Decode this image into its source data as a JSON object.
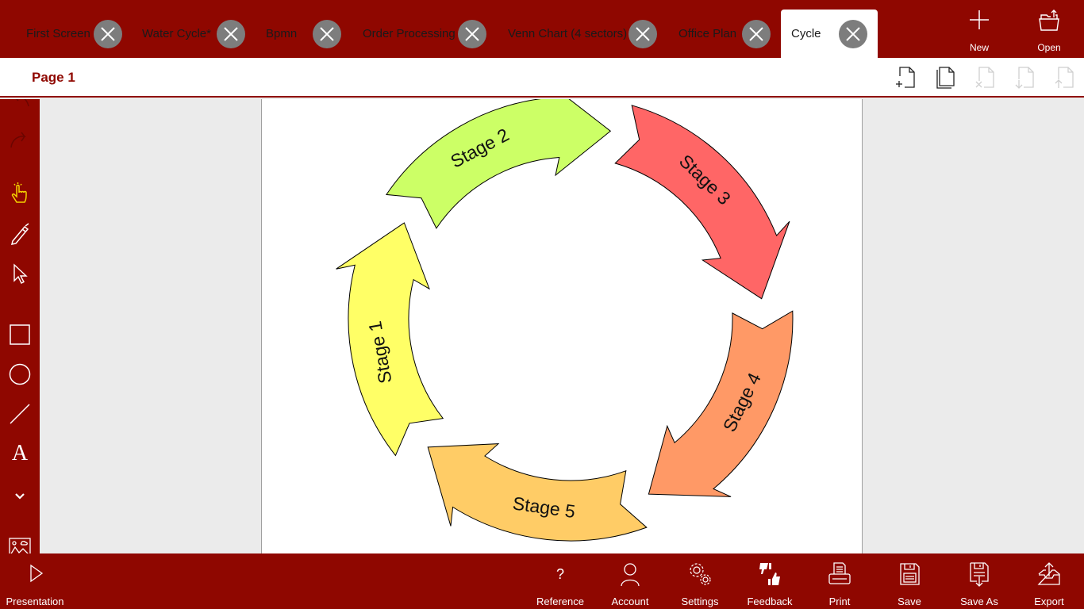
{
  "tabs": [
    {
      "label": "First Screen",
      "active": false
    },
    {
      "label": "Water Cycle*",
      "active": false
    },
    {
      "label": "Bpmn",
      "active": false
    },
    {
      "label": "Order Processing",
      "active": false
    },
    {
      "label": "Venn Chart (4 sectors)",
      "active": false
    },
    {
      "label": "Office Plan",
      "active": false
    },
    {
      "label": "Cycle",
      "active": true
    }
  ],
  "top_actions": {
    "new_label": "New",
    "open_label": "Open"
  },
  "page": {
    "title": "Page 1",
    "actions": [
      {
        "name": "add-page",
        "icon": "page-add-icon",
        "enabled": true
      },
      {
        "name": "duplicate-page",
        "icon": "page-duplicate-icon",
        "enabled": true
      },
      {
        "name": "delete-page",
        "icon": "page-delete-icon",
        "enabled": false
      },
      {
        "name": "move-page-down",
        "icon": "page-move-down-icon",
        "enabled": false
      },
      {
        "name": "move-page-up",
        "icon": "page-move-up-icon",
        "enabled": false
      }
    ]
  },
  "left_tools": [
    {
      "name": "undo",
      "icon": "undo-icon",
      "enabled": false
    },
    {
      "name": "redo",
      "icon": "redo-icon",
      "enabled": false
    },
    {
      "name": "pan",
      "icon": "hand-pointer-icon",
      "active": true
    },
    {
      "name": "pen",
      "icon": "pen-icon"
    },
    {
      "name": "select",
      "icon": "arrow-cursor-icon"
    },
    {
      "name": "rectangle",
      "icon": "rectangle-icon"
    },
    {
      "name": "ellipse",
      "icon": "circle-icon"
    },
    {
      "name": "line",
      "icon": "line-icon"
    },
    {
      "name": "text",
      "icon": "text-icon",
      "glyph": "A"
    },
    {
      "name": "more",
      "icon": "chevron-down-icon"
    },
    {
      "name": "image",
      "icon": "image-icon"
    }
  ],
  "diagram": {
    "type": "cycle",
    "stages": [
      {
        "label": "Stage 1",
        "fill": "#ffff66"
      },
      {
        "label": "Stage 2",
        "fill": "#ccff66"
      },
      {
        "label": "Stage 3",
        "fill": "#ff6666"
      },
      {
        "label": "Stage 4",
        "fill": "#ff9966"
      },
      {
        "label": "Stage 5",
        "fill": "#ffcc66"
      }
    ],
    "stroke": "#000000"
  },
  "bottom_actions": [
    {
      "label": "Presentation",
      "icon": "play-icon"
    },
    {
      "label": "Reference",
      "icon": "question-icon"
    },
    {
      "label": "Account",
      "icon": "person-icon"
    },
    {
      "label": "Settings",
      "icon": "gears-icon"
    },
    {
      "label": "Feedback",
      "icon": "thumbs-feedback-icon"
    },
    {
      "label": "Print",
      "icon": "printer-icon"
    },
    {
      "label": "Save",
      "icon": "floppy-icon"
    },
    {
      "label": "Save As",
      "icon": "floppy-save-as-icon"
    },
    {
      "label": "Export",
      "icon": "export-tray-icon"
    }
  ],
  "colors": {
    "brand": "#8f0700",
    "tab_close": "#7d7d7d",
    "active_tool": "#f5d300",
    "canvas_bg": "#ebebeb"
  }
}
